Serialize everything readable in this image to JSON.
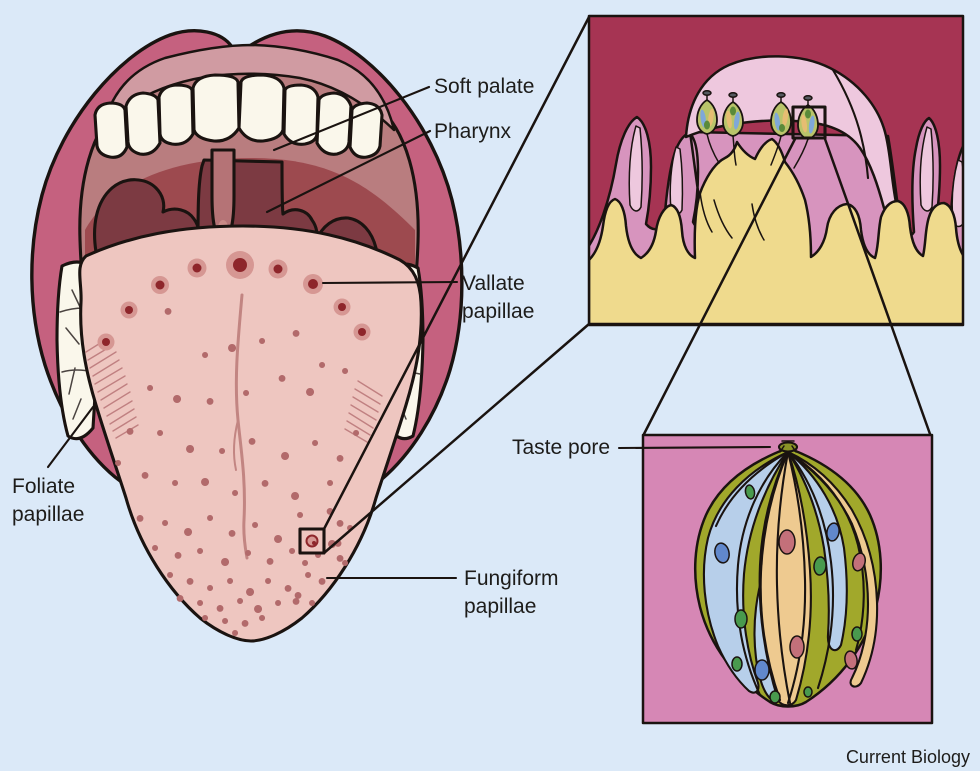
{
  "figure": {
    "attribution": "Current Biology"
  },
  "labels": {
    "soft_palate": "Soft palate",
    "pharynx": "Pharynx",
    "vallate": {
      "line1": "Vallate",
      "line2": "papillae"
    },
    "foliate": {
      "line1": "Foliate",
      "line2": "papillae"
    },
    "fungiform": {
      "line1": "Fungiform",
      "line2": "papillae"
    },
    "taste_pore": "Taste pore"
  },
  "colors": {
    "bg": "#dbe9f8",
    "ink": "#1a1310",
    "label": "#1d1c1a",
    "lips": "#c5617f",
    "roof": "#b97d7f",
    "deep": "#9d4a4f",
    "fauces": "#7c3a42",
    "uvula": "#b57376",
    "uvula_hi": "#c98a87",
    "gums": "#d09ba2",
    "teeth": "#faf7eb",
    "tooth_crack": "#4a4340",
    "tongue": "#eec6c0",
    "crease": "#c28582",
    "hatch": "#c08081",
    "vallate_ring": "#d69793",
    "vallate_core": "#8e262b",
    "fungiform_dot": "#b26a6b",
    "inset1_bg": "#a63453",
    "inset1_pink": "#d794be",
    "inset1_pink_light": "#eec8de",
    "inset1_yellow": "#efda8d",
    "bud_leaf": "#b9c46a",
    "bud_blue": "#7fa8d9",
    "bud_tan": "#e6bd72",
    "bud_green": "#5a8a3a",
    "stem": "#555a60",
    "inset2_bg": "#d687b5",
    "cell_olive": "#a1a82b",
    "cell_blue": "#b7cfea",
    "cell_tan": "#eeca90",
    "nucleus_blue": "#6188cc",
    "nucleus_red": "#c3707a",
    "nucleus_green": "#499a4e",
    "pore_olive": "#8a9427"
  }
}
